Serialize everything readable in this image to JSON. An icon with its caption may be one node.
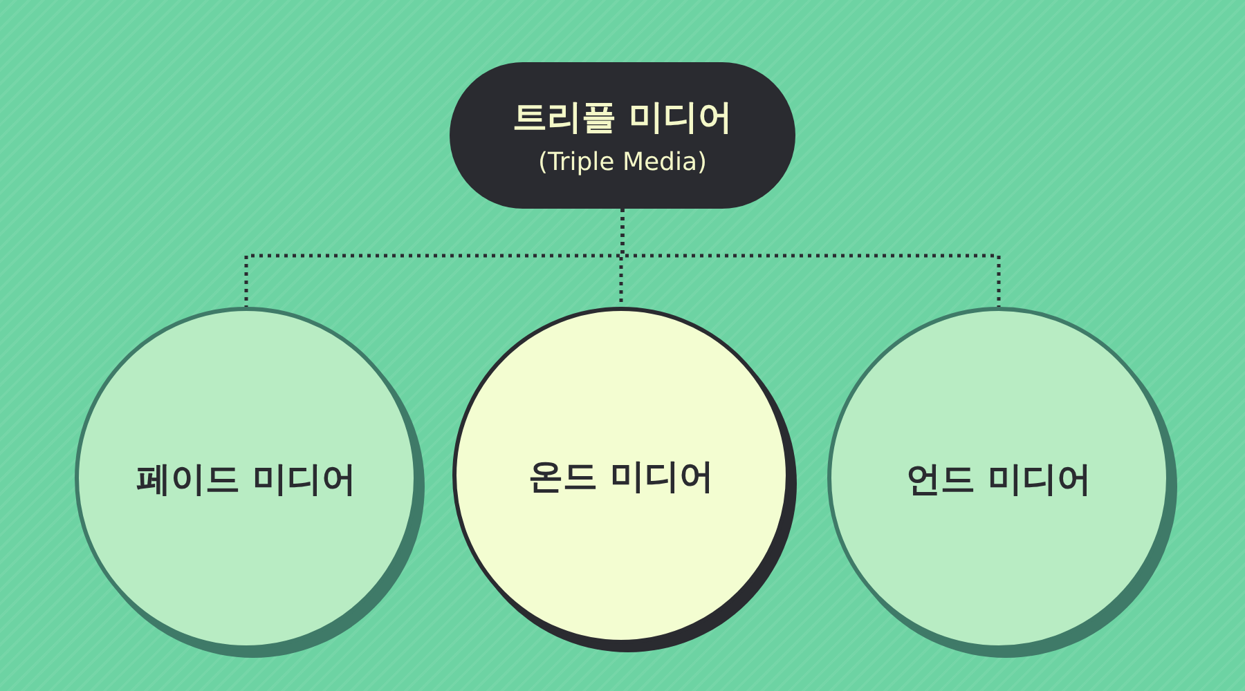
{
  "diagram": {
    "nodes": [
      {
        "text": [
          "트리플 미디어",
          "(Triple Media)"
        ]
      },
      {
        "text": [
          "페이드 미디어"
        ]
      },
      {
        "text": [
          "온드 미디어"
        ]
      },
      {
        "text": [
          "언드 미디어"
        ]
      }
    ],
    "edges": [
      {
        "from": 0,
        "to": 1,
        "arrow": "none"
      },
      {
        "from": 0,
        "to": 2,
        "arrow": "none"
      },
      {
        "from": 0,
        "to": 3,
        "arrow": "none"
      }
    ]
  }
}
